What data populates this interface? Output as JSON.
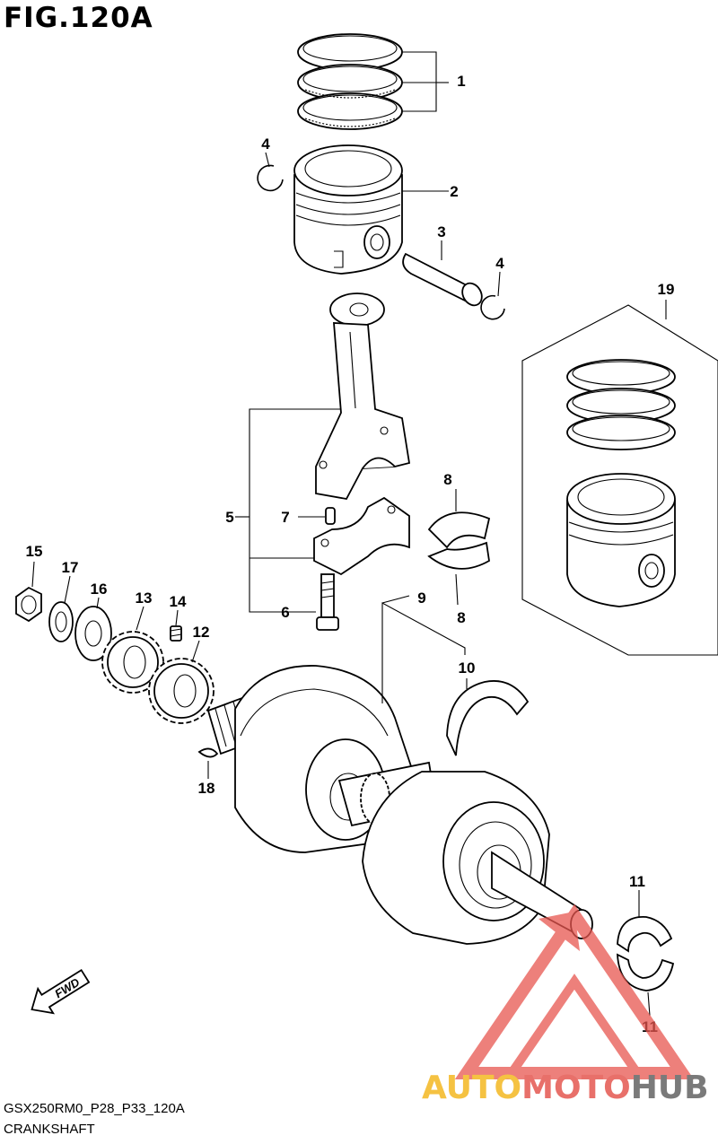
{
  "figure": {
    "title": "FIG.120A",
    "code": "GSX250RM0_P28_P33_120A",
    "name": "CRANKSHAFT",
    "fwd_label": "FWD"
  },
  "callouts": [
    "1",
    "2",
    "3",
    "4",
    "4",
    "5",
    "6",
    "7",
    "8",
    "8",
    "9",
    "10",
    "11",
    "11",
    "12",
    "13",
    "14",
    "15",
    "16",
    "17",
    "18",
    "19"
  ],
  "watermark": {
    "text_a": "AUTO",
    "text_b": "MOTO",
    "text_c": "HUB",
    "color_a": "#f5c242",
    "color_b": "#e8706a",
    "color_c": "#7a7a7a",
    "logo_color": "#e8564f"
  }
}
